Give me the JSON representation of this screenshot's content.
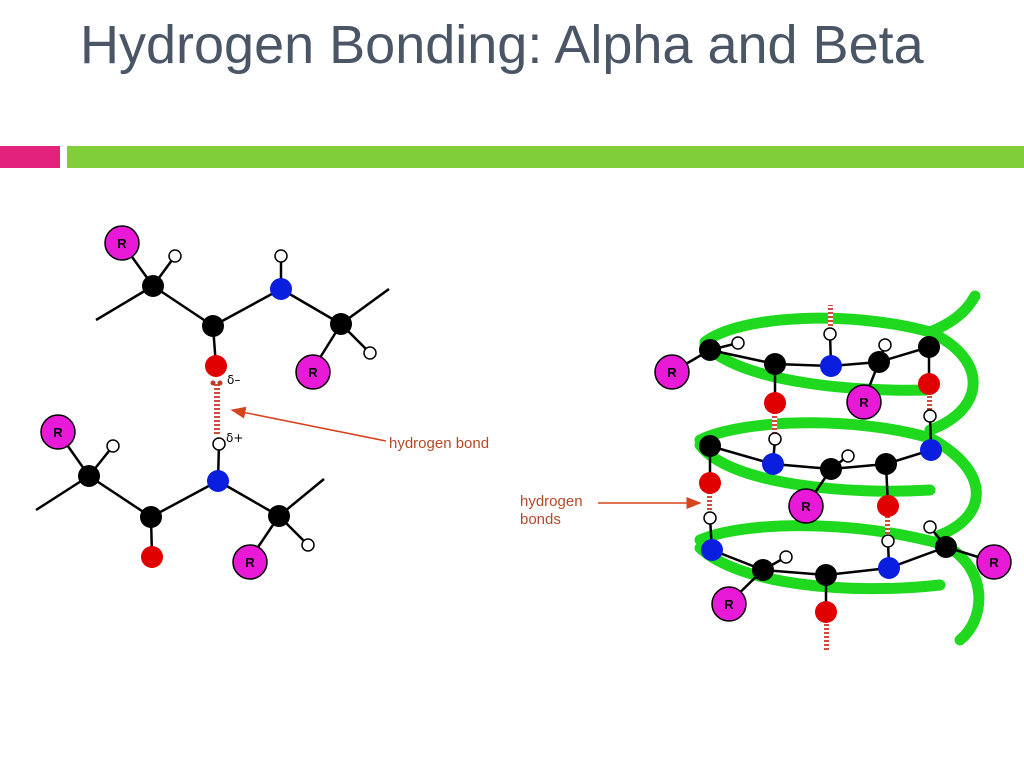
{
  "slide": {
    "title": "Hydrogen Bonding: Alpha and Beta"
  },
  "figure_left": {
    "r_label": "R",
    "delta_minus": "δ–",
    "delta_plus": "δ+",
    "hbond_label": "hydrogen bond"
  },
  "figure_right": {
    "r_label": "R",
    "hbond_label_line1": "hydrogen",
    "hbond_label_line2": "bonds"
  },
  "colors": {
    "carbon": "#000000",
    "nitrogen": "#0a1ee0",
    "oxygen": "#e00000",
    "r_group": "#e81ad8",
    "helix": "#1fd91f",
    "hbond": "#c0593a",
    "accent_pink": "#e3237b",
    "accent_green": "#7fce3a"
  }
}
